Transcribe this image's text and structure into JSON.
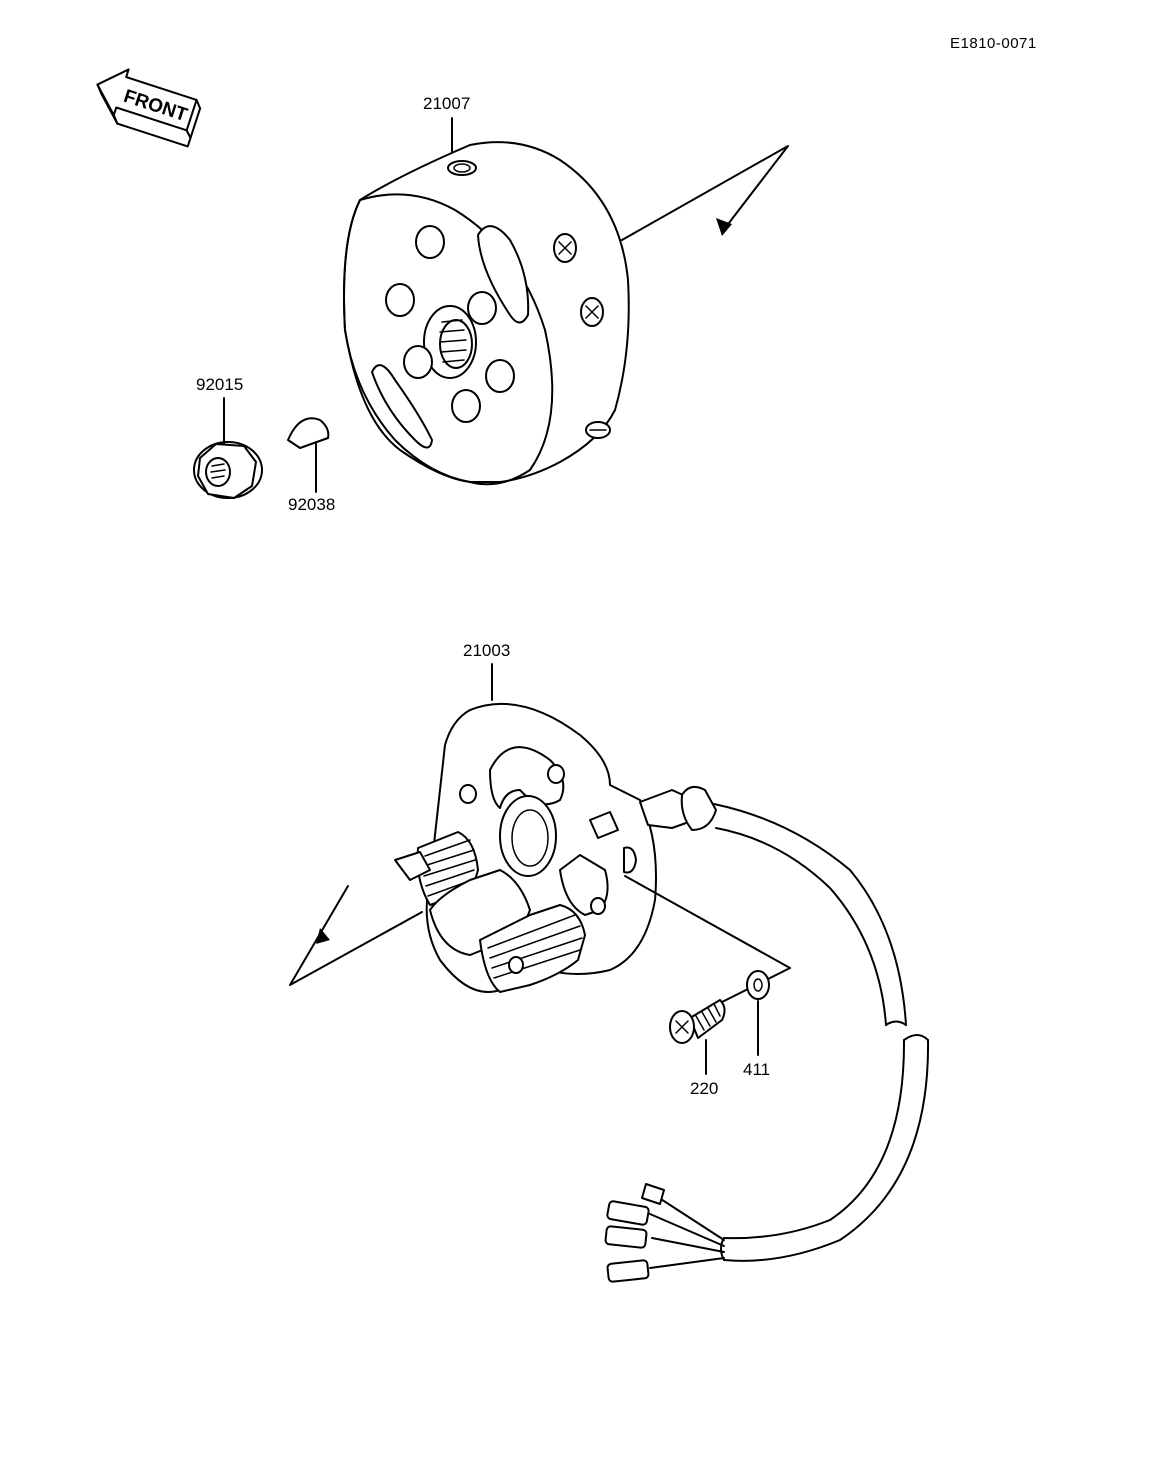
{
  "drawing": {
    "reference_code": "E1810-0071",
    "direction_label": "FRONT"
  },
  "parts": [
    {
      "number": "21007",
      "name": "flywheel-rotor"
    },
    {
      "number": "92015",
      "name": "flange-nut"
    },
    {
      "number": "92038",
      "name": "woodruff-key"
    },
    {
      "number": "21003",
      "name": "stator-assembly"
    },
    {
      "number": "220",
      "name": "screw"
    },
    {
      "number": "411",
      "name": "washer"
    }
  ],
  "colors": {
    "line": "#000000",
    "background": "#ffffff"
  }
}
